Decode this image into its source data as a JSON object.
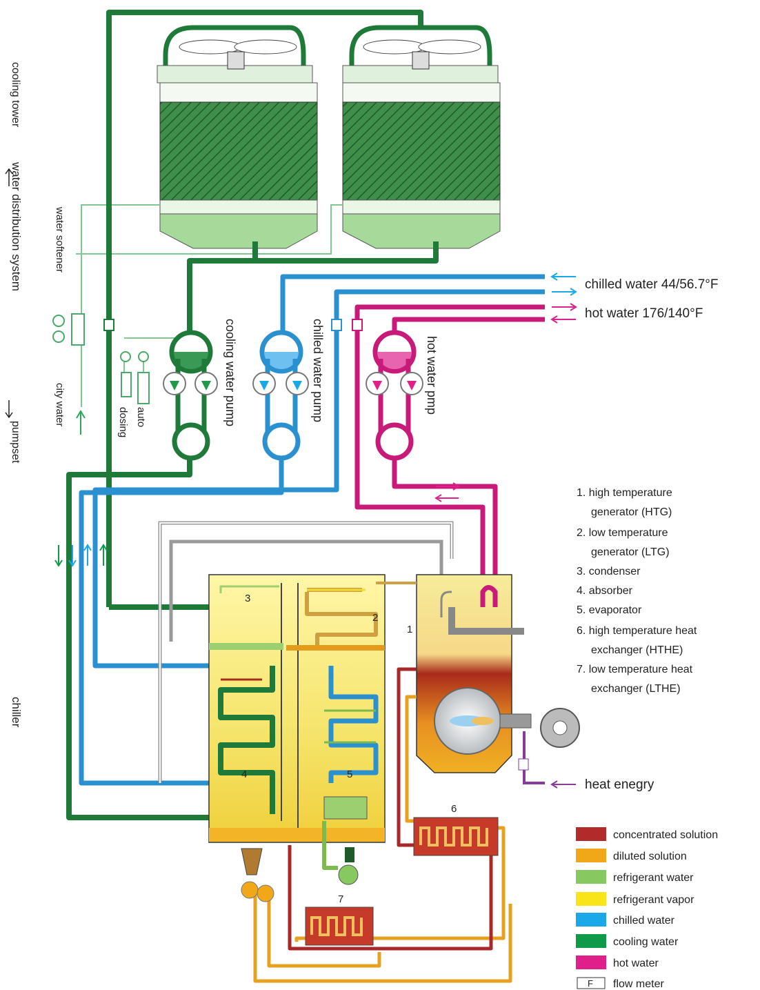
{
  "side_labels": {
    "line1": "cooling tower",
    "line2": "water distribution system",
    "line3": "pumpset",
    "chiller": "chiller"
  },
  "pump_labels": {
    "cooling": "cooling water pump",
    "chilled": "chilled water pump",
    "hot": "hot water pmp"
  },
  "misc_labels": {
    "water_softener": "water softener",
    "city_water": "city water",
    "auto_dosing_1": "auto",
    "auto_dosing_2": "dosing"
  },
  "flow_labels": {
    "chilled_water": "chilled water 44/56.7°F",
    "hot_water": "hot water 176/140°F",
    "heat_energy": "heat enegry"
  },
  "numbers": [
    "1",
    "2",
    "3",
    "4",
    "5",
    "6",
    "7"
  ],
  "components": [
    "1. high temperature",
    "generator (HTG)",
    "2. low temperature",
    "generator (LTG)",
    "3. condenser",
    "4. absorber",
    "5. evaporator",
    "6. high temperature heat",
    "exchanger (HTHE)",
    "7. low temperature heat",
    "exchanger (LTHE)"
  ],
  "legend": [
    {
      "label": "concentrated solution",
      "color": "#b22a2a"
    },
    {
      "label": "diluted solution",
      "color": "#f0a818"
    },
    {
      "label": "refrigerant water",
      "color": "#88c860"
    },
    {
      "label": "refrigerant vapor",
      "color": "#f8e418"
    },
    {
      "label": "chilled water",
      "color": "#1aa8e8"
    },
    {
      "label": "cooling water",
      "color": "#0e9a48"
    },
    {
      "label": "hot water",
      "color": "#e0208a"
    }
  ],
  "flow_meter": {
    "symbol": "F",
    "label": "flow meter"
  },
  "colors": {
    "cooling": "#1f7a3a",
    "chilled": "#2a90d0",
    "hot": "#c81a78",
    "concentrated": "#a8282a",
    "diluted": "#e8a020",
    "refrigerant_water": "#7cba4e",
    "vapor": "#f0dc30",
    "softener": "#7cc890"
  }
}
